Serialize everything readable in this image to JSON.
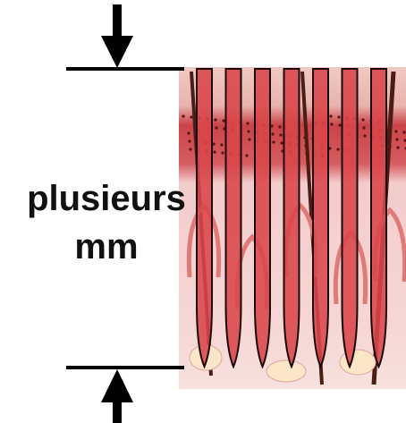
{
  "diagram": {
    "label_line1": "plusieurs",
    "label_line2": "mm",
    "needle_count": 7,
    "colors": {
      "needle_fill": "#d9454a",
      "needle_stroke": "#1a0808",
      "skin_top": "#d8848a",
      "dermis": "#f3cccc",
      "papilla": "#e27979",
      "background": "#ffffff",
      "line": "#000000"
    },
    "icons": [
      "arrow-down-icon",
      "arrow-up-icon"
    ]
  }
}
